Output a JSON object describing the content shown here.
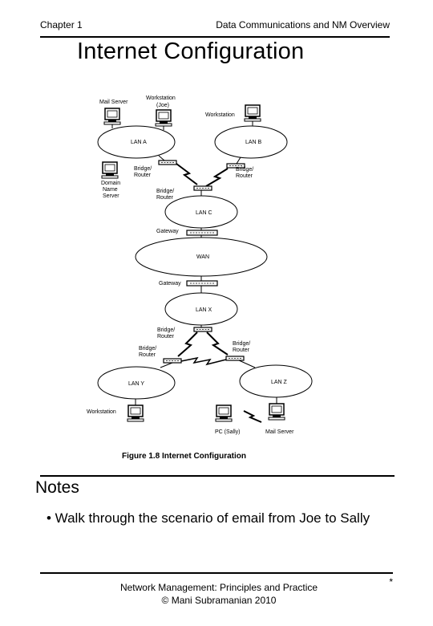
{
  "header": {
    "chapter": "Chapter 1",
    "topic": "Data Communications and NM Overview"
  },
  "title": "Internet Configuration",
  "figure": {
    "caption": "Figure 1.8 Internet Configuration",
    "labels": {
      "mail_server_top": "Mail Server",
      "workstation_joe_1": "Workstation",
      "workstation_joe_2": "(Joe)",
      "workstation_top_right": "Workstation",
      "lan_a": "LAN A",
      "lan_b": "LAN B",
      "lan_c": "LAN C",
      "lan_x": "LAN X",
      "lan_y": "LAN Y",
      "lan_z": "LAN Z",
      "wan": "WAN",
      "dns_1": "Domain",
      "dns_2": "Name",
      "dns_3": "Server",
      "bridge_router": "Bridge/",
      "router": "Router",
      "gateway_top": "Gateway",
      "gateway_bottom": "Gateway",
      "workstation_bottom": "Workstation",
      "pc_sally": "PC (Sally)",
      "mail_server_bottom": "Mail Server"
    }
  },
  "notes": {
    "heading": "Notes",
    "bullet": "• Walk through the scenario of email from Joe to Sally"
  },
  "footer": {
    "line1": "Network Management: Principles and Practice",
    "line2": "© Mani Subramanian 2010",
    "mark": "*"
  }
}
